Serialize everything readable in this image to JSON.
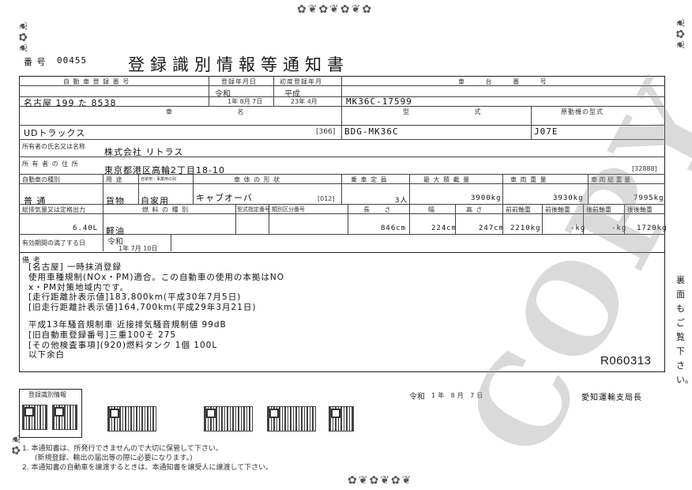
{
  "header": {
    "number_label": "番 号",
    "number": "00455",
    "title": "登録識別情報等通知書"
  },
  "row1": {
    "reg_no_label": "自 動 車 登 録 番 号",
    "reg_date_label": "登録年月日",
    "first_reg_label": "初度登録年月",
    "chassis_label": "車 台 番 号",
    "reg_no": "名古屋 199 た 8538",
    "reg_era": "令和",
    "reg_date": "1年 8月 7日",
    "first_era": "平成",
    "first_date": "23年 4月",
    "chassis_no": "MK36C-17599"
  },
  "row2": {
    "name_label": "車 名",
    "model_label": "型 式",
    "engine_label": "原動機の型式",
    "maker": "UDトラックス",
    "code": "[366]",
    "model": "BDG-MK36C",
    "engine": "J07E"
  },
  "owner": {
    "owner_label": "所有者の氏名又は名称",
    "owner_name": "株式会社 リトラス",
    "address_label": "所 有 者 の 住 所",
    "address": "東京都港区高輪2丁目18-10",
    "address_code": "[32888]"
  },
  "row3": {
    "kind_label": "自動車の種別",
    "use_label": "用 途",
    "private_label": "自家用・事業用の別",
    "body_label": "車 体 の 形 状",
    "capacity_label": "乗 車 定 員",
    "max_load_label": "最 大 積 載 量",
    "vehicle_weight_label": "車 両 重 量",
    "gross_weight_label": "車 両 総 重 量",
    "kind": "普 通",
    "use": "貨物",
    "private": "自家用",
    "body": "キャブオーバ",
    "body_code": "[012]",
    "capacity": "3人",
    "max_load": "3900kg",
    "vehicle_weight": "3930kg",
    "gross_weight": "7995kg"
  },
  "row4": {
    "displacement_label": "総排気量又は定格出力",
    "fuel_label": "燃 料 の 種 別",
    "type_no_label": "型式指定番号",
    "class_no_label": "類別区分番号",
    "length_label": "長 さ",
    "width_label": "幅",
    "height_label": "高 さ",
    "front_front_label": "前前軸重",
    "front_rear_label": "前後軸重",
    "rear_front_label": "後前軸重",
    "rear_rear_label": "後後軸重",
    "displacement": "6.40L",
    "fuel": "軽油",
    "length": "846cm",
    "width": "224cm",
    "height": "247cm",
    "front_front": "2210kg",
    "front_rear": "-kg",
    "rear_front": "-kg",
    "rear_rear": "1720kg"
  },
  "expiry": {
    "label": "有効期間の満了する日",
    "era": "令和",
    "date": "1年 7月 10日"
  },
  "remarks": {
    "label": "備 考",
    "lines": [
      "[名古屋] 一時抹消登録",
      "使用車種規制(NOx・PM)適合。この自動車の使用の本拠はNO",
      "x・PM対策地域内です。",
      "[走行距離計表示値]183,800km(平成30年7月5日)",
      "[旧走行距離計表示値]164,700km(平成29年3月21日)",
      "平成13年騒音規制車 近接排気騒音規制値 99dB",
      "[旧自動車登録番号]三重100そ 275",
      "[その他検査事項](920)燃料タンク 1個 100L",
      "以下余白"
    ],
    "stamp_code": "R060313"
  },
  "footer": {
    "qr_box_label": "登録識別情報",
    "issue_era": "令和",
    "issue_date": "1年 8月 7日",
    "issuer": "愛知運輸支局長",
    "note1": "1. 本通知書は、所発行できませんので大切に保管して下さい。",
    "note1b": "(新規登録、輸出の届出等の際に必要になります。)",
    "note2": "2. 本通知書の自動車を譲渡するときは、本通知書を譲受人に譲渡して下さい。"
  },
  "side": {
    "text": "裏面もご覧下さい。"
  },
  "watermark": {
    "text": "COPY"
  }
}
